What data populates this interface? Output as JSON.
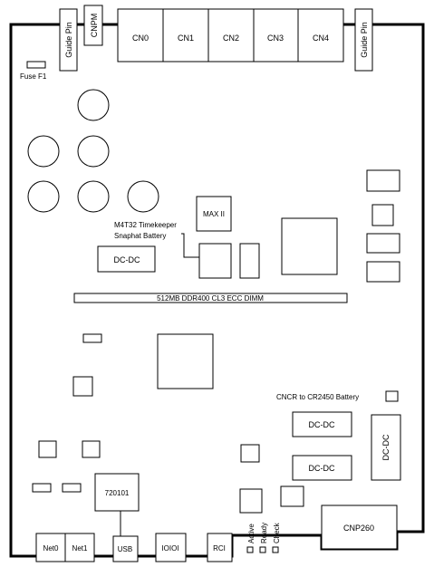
{
  "connectors_top": {
    "guide_pin_left": "Guide Pin",
    "cnpm": "CNPM",
    "cn0": "CN0",
    "cn1": "CN1",
    "cn2": "CN2",
    "cn3": "CN3",
    "cn4": "CN4",
    "guide_pin_right": "Guide Pin"
  },
  "fuse": {
    "label": "Fuse  F1"
  },
  "timekeeper": {
    "line1": "M4T32  Timekeeper",
    "line2": "Snaphat  Battery"
  },
  "max_chip": "MAX II",
  "dcdc_left": "DC-DC",
  "dimm": "512MB  DDR400  CL3  ECC  DIMM",
  "battery": "CNCR to CR2450  Battery",
  "dcdc_right_top": "DC-DC",
  "dcdc_right_bottom": "DC-DC",
  "dcdc_vertical": "DC-DC",
  "usb_chip": "720101",
  "bottom_connectors": {
    "net0": "Net0",
    "net1": "Net1",
    "usb": "USB",
    "ioioi": "IOIOI",
    "rci": "RCI",
    "cnp260": "CNP260"
  },
  "leds": {
    "active": "Active",
    "ready": "Ready",
    "check": "Check"
  }
}
